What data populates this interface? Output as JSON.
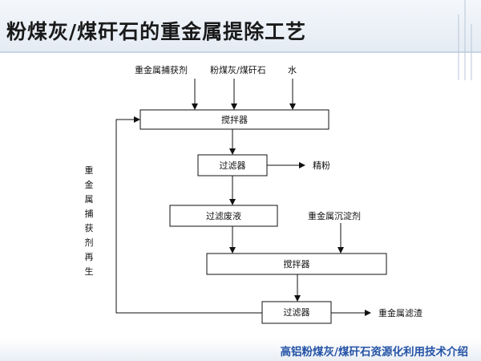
{
  "title": "粉煤灰/煤矸石的重金属提除工艺",
  "footer": "高铝粉煤灰/煤矸石资源化利用技术介绍",
  "inputs": {
    "capture_agent": "重金属捕获剂",
    "flyash": "粉煤灰/煤矸石",
    "water": "水"
  },
  "nodes": {
    "mixer1": "搅拌器",
    "filter1": "过滤器",
    "waste_liquid": "过滤废液",
    "mixer2": "搅拌器",
    "filter2": "过滤器"
  },
  "outputs": {
    "fine_powder": "精粉",
    "precipitant": "重金属沉淀剂",
    "residue": "重金属滤渣"
  },
  "regen_label": "重金属捕获剂再生"
}
